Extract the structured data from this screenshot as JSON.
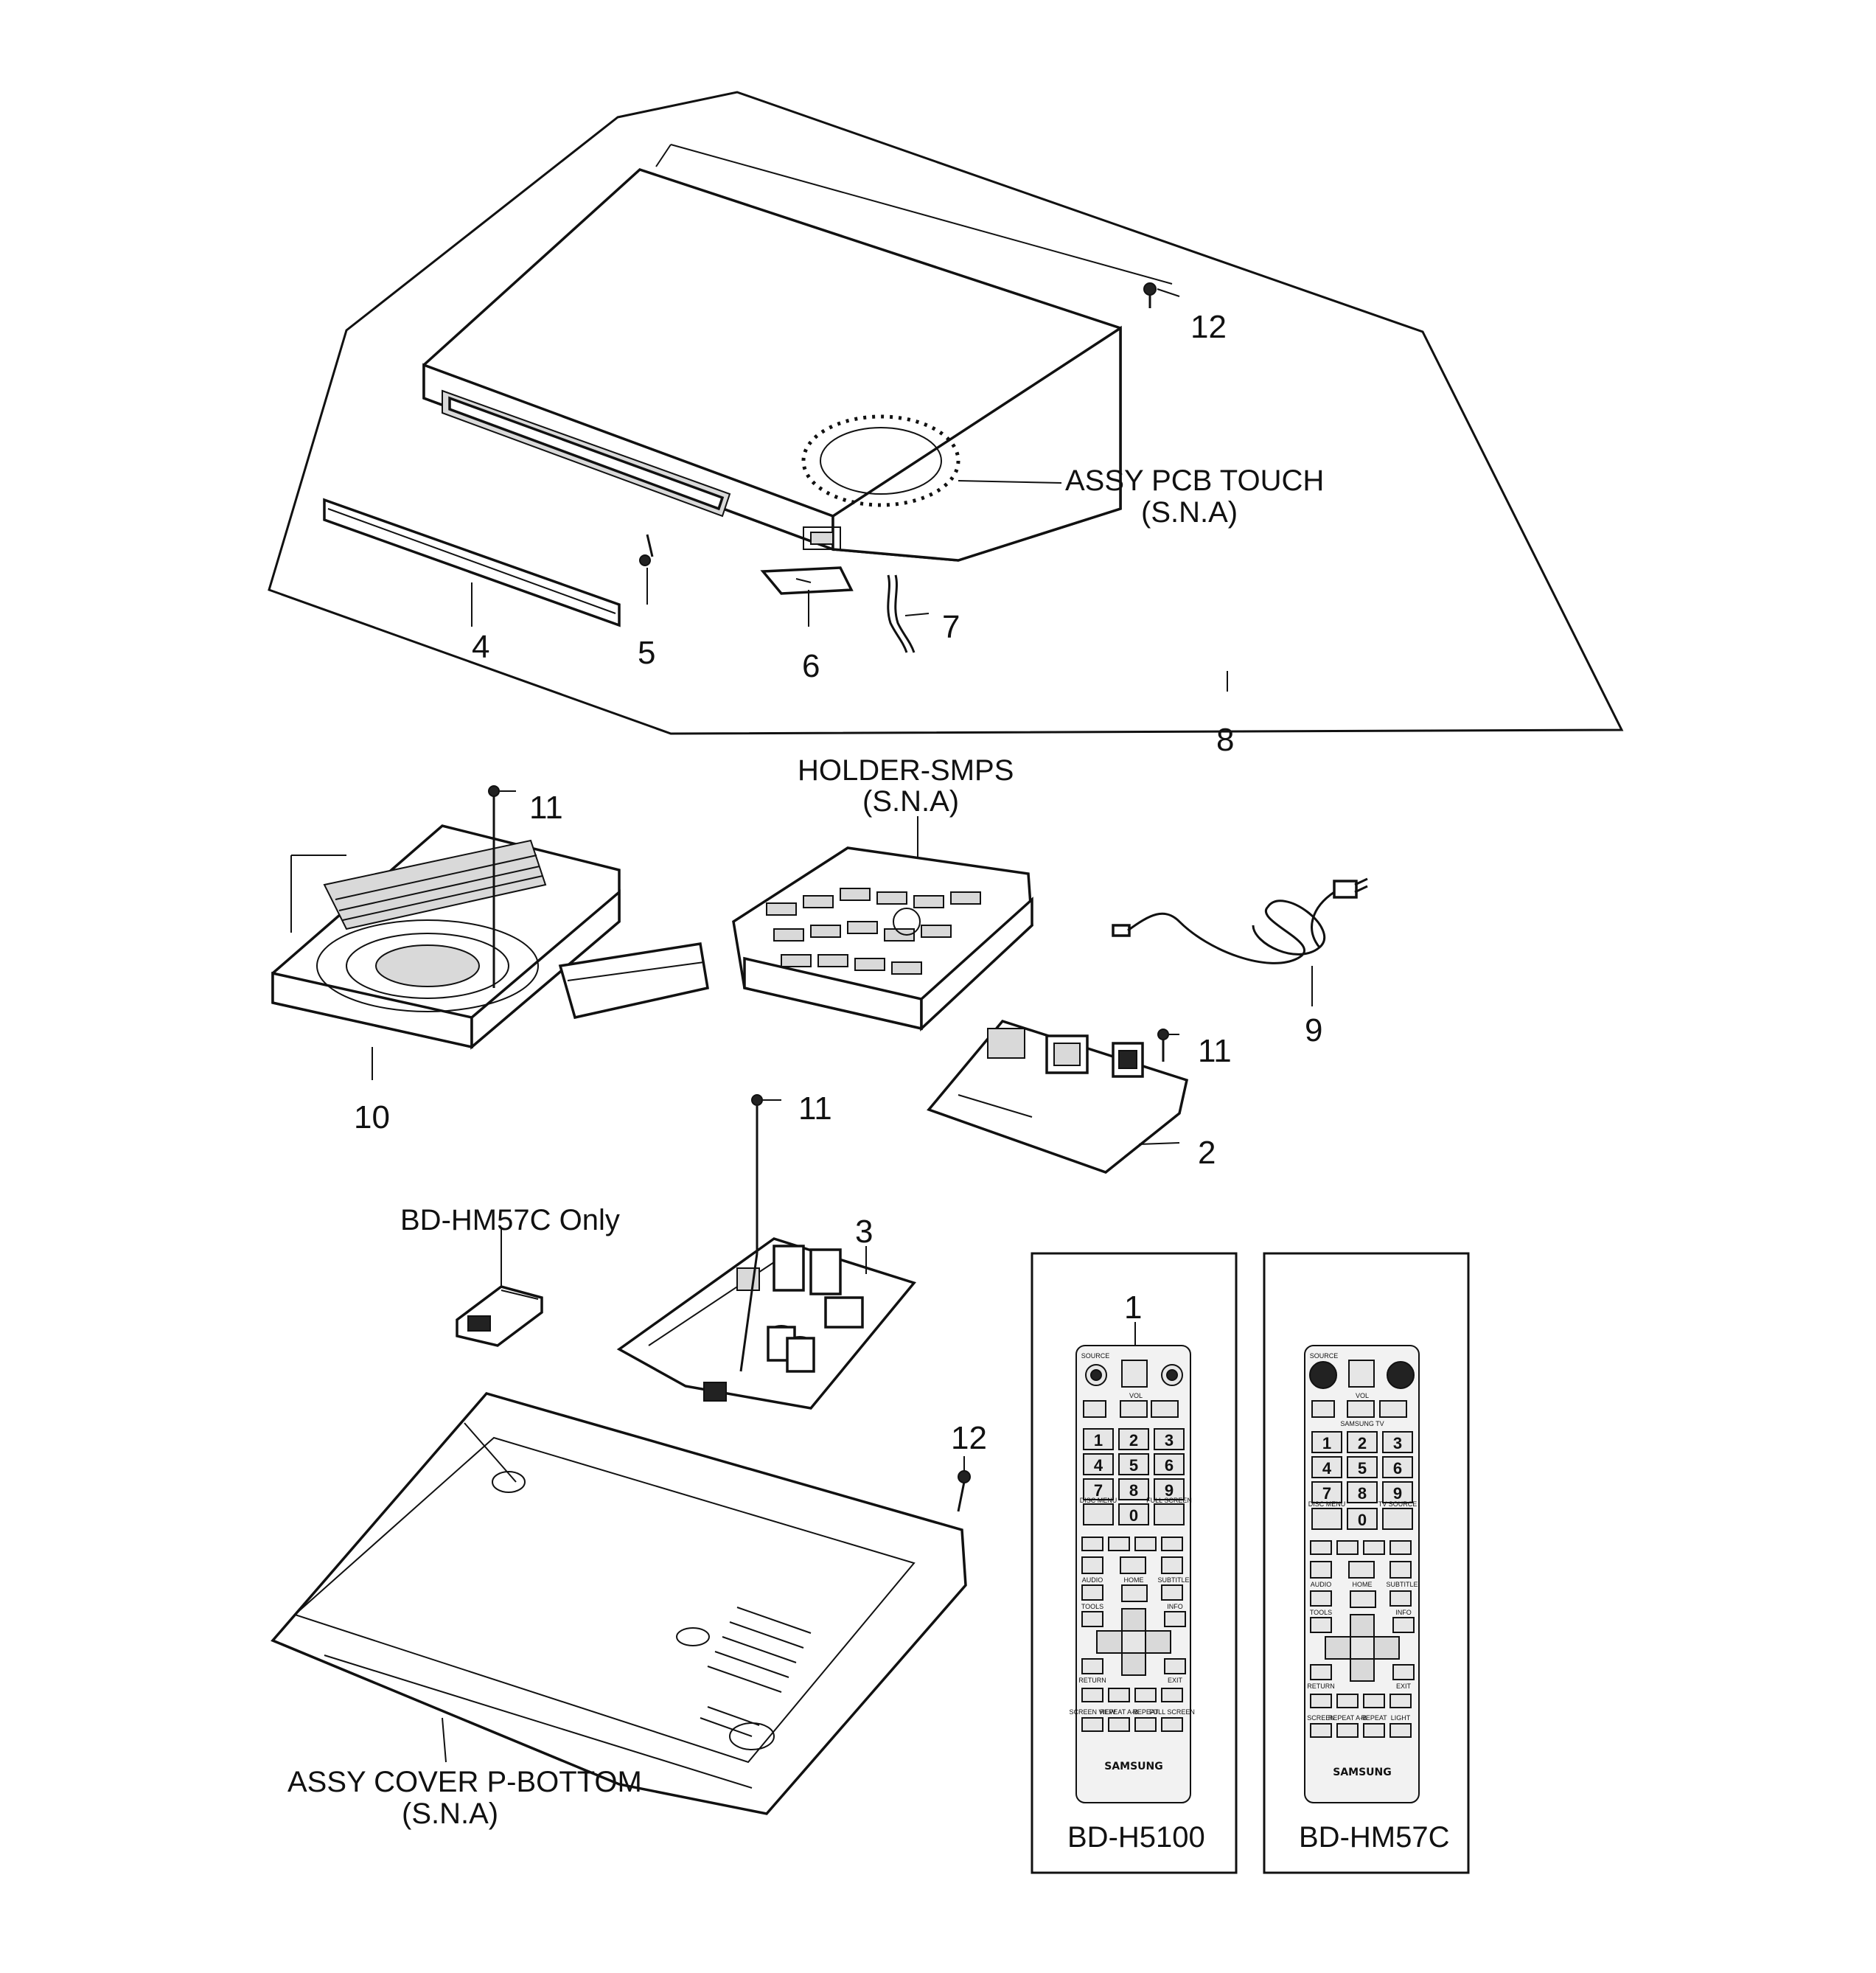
{
  "callouts": {
    "n1": "1",
    "n2": "2",
    "n3": "3",
    "n4": "4",
    "n5": "5",
    "n6": "6",
    "n7": "7",
    "n8": "8",
    "n9": "9",
    "n10": "10",
    "n11a": "11",
    "n11b": "11",
    "n11c": "11",
    "n12a": "12",
    "n12b": "12"
  },
  "labels": {
    "pcb_touch": "ASSY PCB TOUCH",
    "pcb_touch_sna": "(S.N.A)",
    "holder_smps": "HOLDER-SMPS",
    "holder_smps_sna": "(S.N.A)",
    "hm57c_only": "BD-HM57C Only",
    "cover_bottom": "ASSY COVER P-BOTTOM",
    "cover_bottom_sna": "(S.N.A)"
  },
  "remotes": [
    {
      "model": "BD-H5100",
      "brand": "SAMSUNG",
      "keys": [
        "1",
        "2",
        "3",
        "4",
        "5",
        "6",
        "7",
        "8",
        "9",
        "0"
      ],
      "labels": {
        "source": "SOURCE",
        "vol": "VOL",
        "disc_menu": "DISC MENU",
        "full_screen": "FULL SCREEN",
        "audio": "AUDIO",
        "home": "HOME",
        "subtitle": "SUBTITLE",
        "tools": "TOOLS",
        "info": "INFO",
        "return": "RETURN",
        "exit": "EXIT",
        "sub_row": [
          "SCREEN VIEW",
          "REPEAT A-B",
          "REPEAT",
          "FULL SCREEN"
        ]
      }
    },
    {
      "model": "BD-HM57C",
      "brand": "SAMSUNG",
      "keys": [
        "1",
        "2",
        "3",
        "4",
        "5",
        "6",
        "7",
        "8",
        "9",
        "0"
      ],
      "labels": {
        "source": "SOURCE",
        "vol": "VOL",
        "samsung_tv": "SAMSUNG TV",
        "disc_menu": "DISC MENU",
        "tv_source": "TV SOURCE",
        "audio": "AUDIO",
        "home": "HOME",
        "subtitle": "SUBTITLE",
        "tools": "TOOLS",
        "info": "INFO",
        "return": "RETURN",
        "exit": "EXIT",
        "sub_row": [
          "SCREEN",
          "REPEAT A-B",
          "REPEAT",
          "LIGHT"
        ]
      }
    }
  ],
  "colors": {
    "ink": "#111111",
    "paper": "#ffffff",
    "shade": "#d9d9d9"
  }
}
